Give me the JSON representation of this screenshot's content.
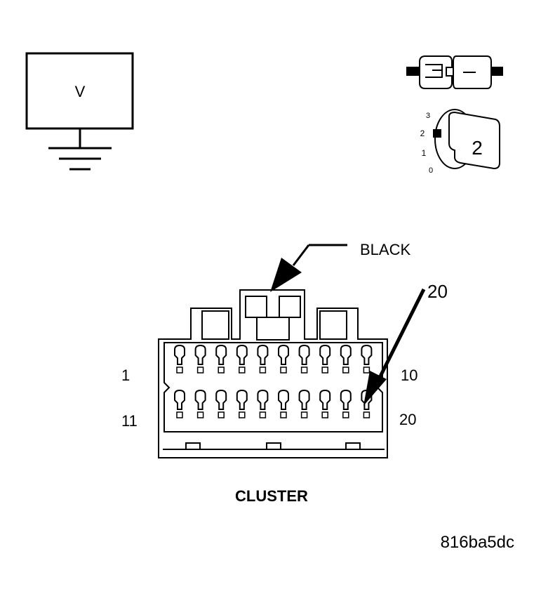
{
  "meter": {
    "symbol": "V"
  },
  "ignition": {
    "positions": [
      "3",
      "2",
      "1",
      "0"
    ],
    "selected": "2"
  },
  "connector": {
    "color_label": "BLACK",
    "pointer_pin": "20",
    "pin_label_row1_left": "1",
    "pin_label_row1_right": "10",
    "pin_label_row2_left": "11",
    "pin_label_row2_right": "20",
    "name": "CLUSTER",
    "pins_per_row": 10
  },
  "figure_id": "816ba5dc"
}
